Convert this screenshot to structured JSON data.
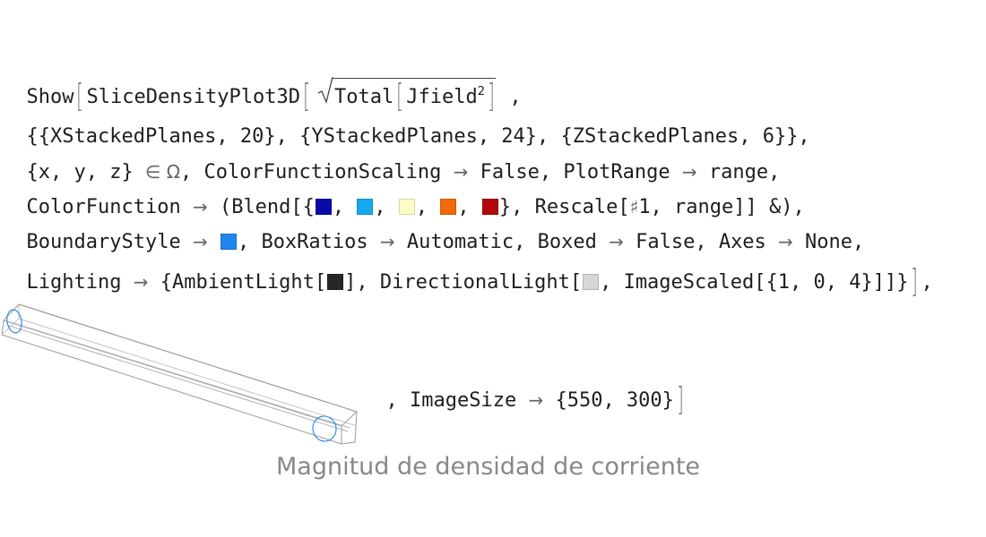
{
  "line1": {
    "show": "Show",
    "slice": "SliceDensityPlot3D",
    "total": "Total",
    "jfield": "Jfield",
    "exp": "2",
    "comma": " ,"
  },
  "line2": {
    "text": "{{XStackedPlanes, 20}, {YStackedPlanes, 24}, {ZStackedPlanes, 6}},"
  },
  "line3": {
    "a": "{x, y, z} ",
    "elem": "∈",
    "omega": " Ω",
    "b": ", ColorFunctionScaling ",
    "arrow1": "→",
    "c": " False, PlotRange ",
    "arrow2": "→",
    "d": " range,"
  },
  "line4": {
    "a": "ColorFunction ",
    "arrow": "→",
    "b": " (Blend[{",
    "sep": ", ",
    "c": "}, Rescale[",
    "slot": "♯",
    "d": "1, range]] &),"
  },
  "line5": {
    "a": "BoundaryStyle ",
    "arrow1": "→",
    "b": ", BoxRatios ",
    "arrow2": "→",
    "c": " Automatic, Boxed ",
    "arrow3": "→",
    "d": " False, Axes ",
    "arrow4": "→",
    "e": " None,"
  },
  "line6": {
    "a": "Lighting ",
    "arrow": "→",
    "b": " {AmbientLight[",
    "c": "], DirectionalLight[",
    "d": ", ImageScaled[{1, 0, 4}]]}",
    "end": ","
  },
  "line7": {
    "a": ", ImageSize ",
    "arrow": "→",
    "b": " {550, 300}"
  },
  "colors": {
    "blend": [
      "#0a0aa8",
      "#14a8ec",
      "#fdfcc6",
      "#f06b0a",
      "#b0080c"
    ],
    "boundary": "#1e86ee",
    "ambient": "#262626",
    "directional": "#d6d6d6",
    "caption": "#888888"
  },
  "caption": "Magnitud de densidad de corriente"
}
